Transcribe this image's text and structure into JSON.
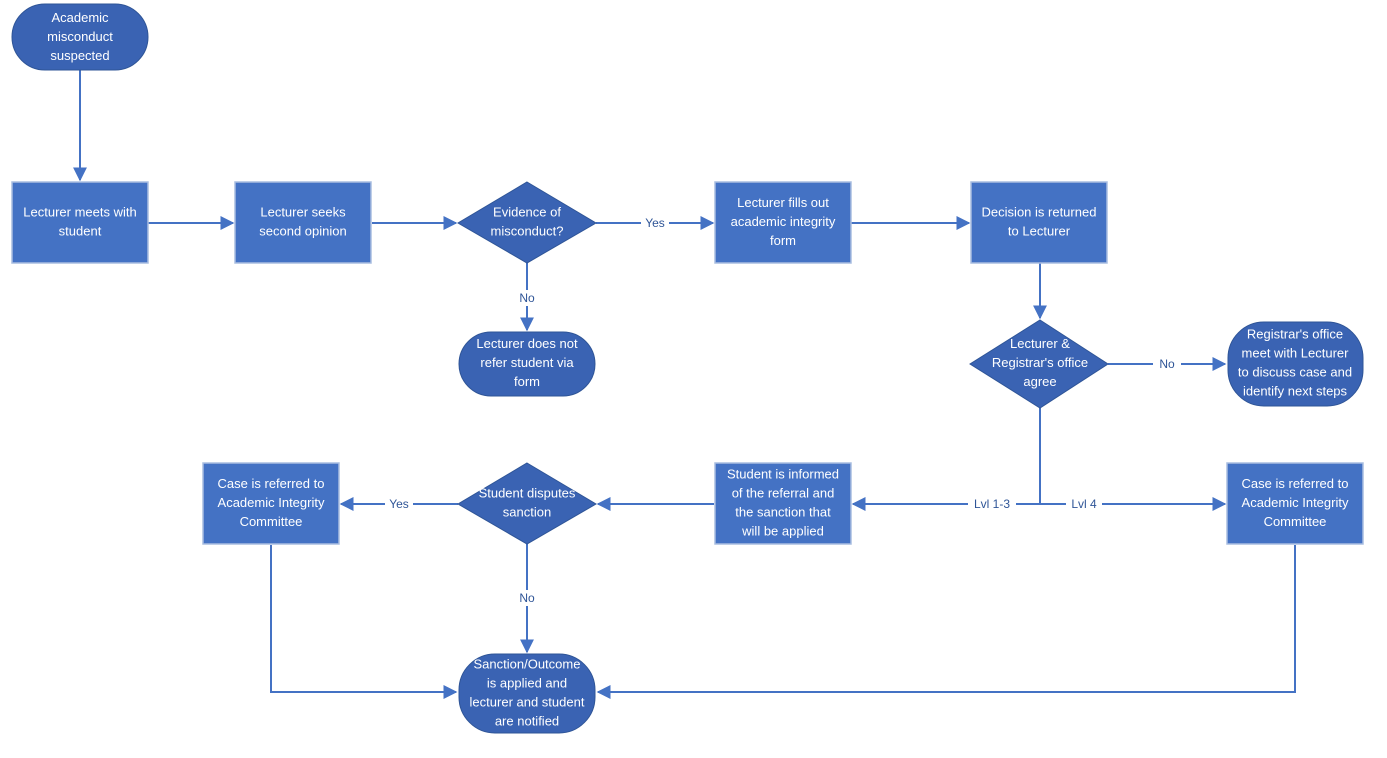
{
  "nodes": {
    "start": [
      "Academic",
      "misconduct",
      "suspected"
    ],
    "meet": [
      "Lecturer meets with",
      "student"
    ],
    "second": [
      "Lecturer seeks",
      "second opinion"
    ],
    "evidence": [
      "Evidence of",
      "misconduct?"
    ],
    "form": [
      "Lecturer fills out",
      "academic integrity",
      "form"
    ],
    "decision": [
      "Decision is returned",
      "to Lecturer"
    ],
    "norefer": [
      "Lecturer does not",
      "refer student via",
      "form"
    ],
    "agree": [
      "Lecturer &",
      "Registrar's office",
      "agree"
    ],
    "registrar": [
      "Registrar's office",
      "meet with Lecturer",
      "to discuss case and",
      "identify next steps"
    ],
    "informed": [
      "Student is informed",
      "of the referral and",
      "the sanction that",
      "will be applied"
    ],
    "disputes": [
      "Student disputes",
      "sanction"
    ],
    "committee_left": [
      "Case is referred to",
      "Academic Integrity",
      "Committee"
    ],
    "committee_right": [
      "Case is referred to",
      "Academic Integrity",
      "Committee"
    ],
    "outcome": [
      "Sanction/Outcome",
      "is applied and",
      "lecturer and student",
      "are notified"
    ]
  },
  "edge_labels": {
    "yes_evidence": "Yes",
    "no_evidence": "No",
    "no_agree": "No",
    "lvl13": "Lvl 1-3",
    "lvl4": "Lvl 4",
    "yes_disputes": "Yes",
    "no_disputes": "No"
  }
}
